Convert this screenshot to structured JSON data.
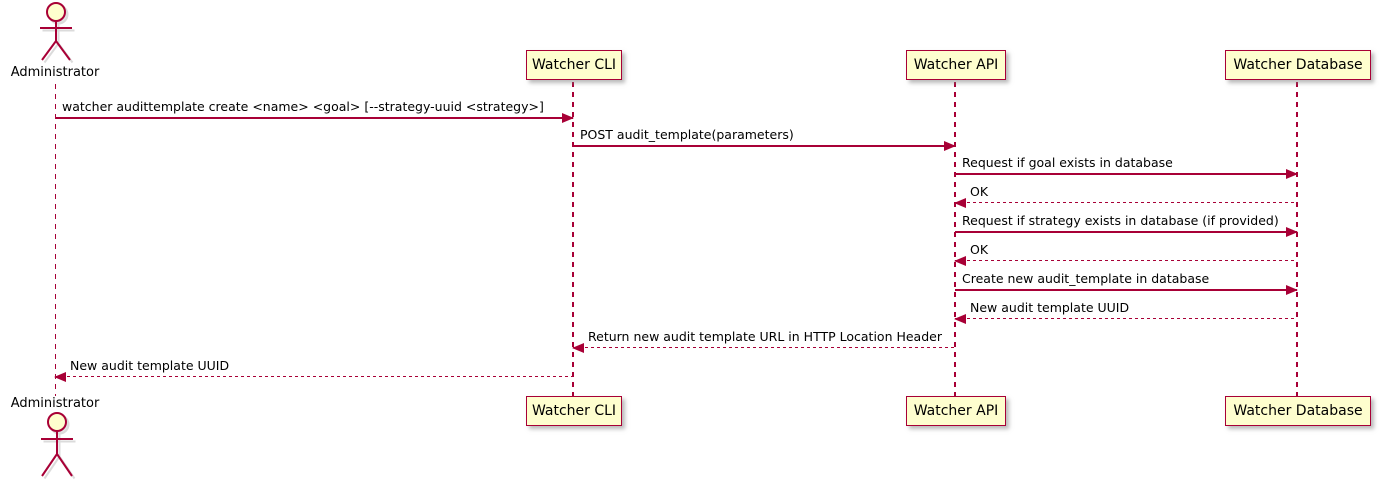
{
  "diagram": {
    "type": "uml-sequence-diagram",
    "colors": {
      "accent": "#A80036",
      "participant_fill": "#FEFECE",
      "text": "#000000",
      "background": "#FFFFFF"
    },
    "participants": [
      {
        "id": "administrator",
        "label": "Administrator",
        "kind": "actor"
      },
      {
        "id": "watcher-cli",
        "label": "Watcher CLI",
        "kind": "participant"
      },
      {
        "id": "watcher-api",
        "label": "Watcher API",
        "kind": "participant"
      },
      {
        "id": "watcher-database",
        "label": "Watcher Database",
        "kind": "participant"
      }
    ],
    "messages": [
      {
        "from": "Administrator",
        "to": "Watcher CLI",
        "line": "solid",
        "text": "watcher audittemplate create <name> <goal> [--strategy-uuid <strategy>]"
      },
      {
        "from": "Watcher CLI",
        "to": "Watcher API",
        "line": "solid",
        "text": "POST audit_template(parameters)"
      },
      {
        "from": "Watcher API",
        "to": "Watcher Database",
        "line": "solid",
        "text": "Request if goal exists in database"
      },
      {
        "from": "Watcher Database",
        "to": "Watcher API",
        "line": "dashed",
        "text": "OK"
      },
      {
        "from": "Watcher API",
        "to": "Watcher Database",
        "line": "solid",
        "text": "Request if strategy exists in database (if provided)"
      },
      {
        "from": "Watcher Database",
        "to": "Watcher API",
        "line": "dashed",
        "text": "OK"
      },
      {
        "from": "Watcher API",
        "to": "Watcher Database",
        "line": "solid",
        "text": "Create new audit_template in database"
      },
      {
        "from": "Watcher Database",
        "to": "Watcher API",
        "line": "dashed",
        "text": "New audit template UUID"
      },
      {
        "from": "Watcher API",
        "to": "Watcher CLI",
        "line": "dashed",
        "text": "Return new audit template URL in HTTP Location Header"
      },
      {
        "from": "Watcher CLI",
        "to": "Administrator",
        "line": "dashed",
        "text": "New audit template UUID"
      }
    ]
  }
}
